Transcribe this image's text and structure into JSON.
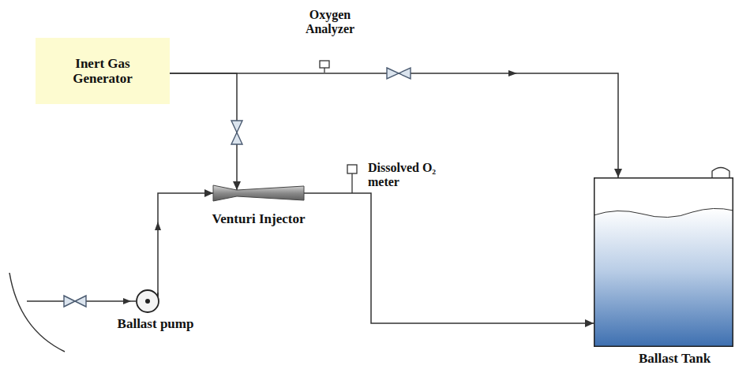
{
  "diagram": {
    "nodes": [
      {
        "text": [
          "Inert Gas Generator"
        ]
      },
      {
        "text": [
          "Venturi Injector"
        ]
      },
      {
        "text": [
          "Ballast pump"
        ]
      },
      {
        "text": [
          "Ballast Tank"
        ]
      }
    ],
    "edges": [
      {
        "from": 0,
        "to": 3,
        "arrow": "to"
      },
      {
        "from": 0,
        "to": 1,
        "arrow": "to"
      },
      {
        "from": 2,
        "to": 1,
        "arrow": "to"
      },
      {
        "from": 1,
        "to": 3,
        "arrow": "to"
      }
    ],
    "labels": [
      "Oxygen Analyzer",
      "Dissolved O₂ meter"
    ]
  }
}
